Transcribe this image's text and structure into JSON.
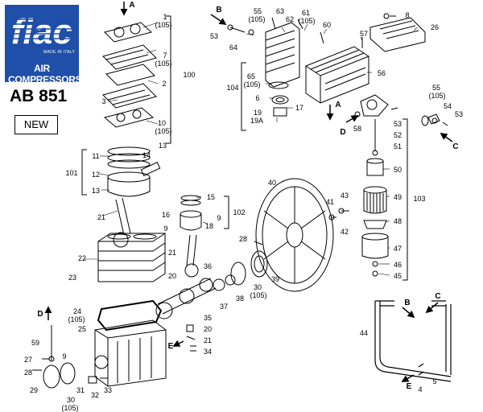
{
  "brand": {
    "logo_text": "fiac",
    "tagline": "MADE IN ITALY",
    "name": "AIR COMPRESSORS",
    "color": "#1f4fa8"
  },
  "model": "AB 851",
  "badge": "NEW",
  "labels": [
    {
      "id": "1",
      "text": "1"
    },
    {
      "id": "1b",
      "text": "(105)"
    },
    {
      "id": "7",
      "text": "7"
    },
    {
      "id": "7b",
      "text": "(105)"
    },
    {
      "id": "2",
      "text": "2"
    },
    {
      "id": "3",
      "text": "3"
    },
    {
      "id": "10",
      "text": "10"
    },
    {
      "id": "10b",
      "text": "(105)"
    },
    {
      "id": "100",
      "text": "100"
    },
    {
      "id": "11",
      "text": "11"
    },
    {
      "id": "12",
      "text": "12"
    },
    {
      "id": "13a",
      "text": "13"
    },
    {
      "id": "13b",
      "text": "13"
    },
    {
      "id": "14",
      "text": "14"
    },
    {
      "id": "101",
      "text": "101"
    },
    {
      "id": "21a",
      "text": "21"
    },
    {
      "id": "15",
      "text": "15"
    },
    {
      "id": "16",
      "text": "16"
    },
    {
      "id": "18",
      "text": "18"
    },
    {
      "id": "9a",
      "text": "9"
    },
    {
      "id": "9b",
      "text": "9"
    },
    {
      "id": "102",
      "text": "102"
    },
    {
      "id": "22",
      "text": "22"
    },
    {
      "id": "23",
      "text": "23"
    },
    {
      "id": "20a",
      "text": "20"
    },
    {
      "id": "21b",
      "text": "21"
    },
    {
      "id": "24",
      "text": "24"
    },
    {
      "id": "24b",
      "text": "(105)"
    },
    {
      "id": "25",
      "text": "25"
    },
    {
      "id": "59",
      "text": "59"
    },
    {
      "id": "27",
      "text": "27"
    },
    {
      "id": "9c",
      "text": "9"
    },
    {
      "id": "28a",
      "text": "28"
    },
    {
      "id": "29",
      "text": "29"
    },
    {
      "id": "30a",
      "text": "30"
    },
    {
      "id": "30ab",
      "text": "(105)"
    },
    {
      "id": "31",
      "text": "31"
    },
    {
      "id": "32",
      "text": "32"
    },
    {
      "id": "33",
      "text": "33"
    },
    {
      "id": "36",
      "text": "36"
    },
    {
      "id": "37",
      "text": "37"
    },
    {
      "id": "38",
      "text": "38"
    },
    {
      "id": "30b",
      "text": "30"
    },
    {
      "id": "30bb",
      "text": "(105)"
    },
    {
      "id": "39",
      "text": "39"
    },
    {
      "id": "35",
      "text": "35"
    },
    {
      "id": "20b",
      "text": "20"
    },
    {
      "id": "21c",
      "text": "21"
    },
    {
      "id": "34",
      "text": "34"
    },
    {
      "id": "28b",
      "text": "28"
    },
    {
      "id": "40",
      "text": "40"
    },
    {
      "id": "41",
      "text": "41"
    },
    {
      "id": "43",
      "text": "43"
    },
    {
      "id": "42",
      "text": "42"
    },
    {
      "id": "53a",
      "text": "53"
    },
    {
      "id": "55a",
      "text": "55"
    },
    {
      "id": "55ab",
      "text": "(105)"
    },
    {
      "id": "63",
      "text": "63"
    },
    {
      "id": "61",
      "text": "61"
    },
    {
      "id": "61b",
      "text": "(105)"
    },
    {
      "id": "62",
      "text": "62"
    },
    {
      "id": "60",
      "text": "60"
    },
    {
      "id": "64",
      "text": "64"
    },
    {
      "id": "8",
      "text": "8"
    },
    {
      "id": "26",
      "text": "26"
    },
    {
      "id": "57",
      "text": "57"
    },
    {
      "id": "56",
      "text": "56"
    },
    {
      "id": "65",
      "text": "65"
    },
    {
      "id": "65b",
      "text": "(105)"
    },
    {
      "id": "104",
      "text": "104"
    },
    {
      "id": "6",
      "text": "6"
    },
    {
      "id": "17",
      "text": "17"
    },
    {
      "id": "19",
      "text": "19"
    },
    {
      "id": "19A",
      "text": "19A"
    },
    {
      "id": "55b",
      "text": "55"
    },
    {
      "id": "55bb",
      "text": "(105)"
    },
    {
      "id": "53b",
      "text": "53"
    },
    {
      "id": "54",
      "text": "54"
    },
    {
      "id": "53c",
      "text": "53"
    },
    {
      "id": "52",
      "text": "52"
    },
    {
      "id": "51",
      "text": "51"
    },
    {
      "id": "58",
      "text": "58"
    },
    {
      "id": "50",
      "text": "50"
    },
    {
      "id": "49",
      "text": "49"
    },
    {
      "id": "48",
      "text": "48"
    },
    {
      "id": "47",
      "text": "47"
    },
    {
      "id": "46",
      "text": "46"
    },
    {
      "id": "45",
      "text": "45"
    },
    {
      "id": "103",
      "text": "103"
    },
    {
      "id": "44",
      "text": "44"
    },
    {
      "id": "4",
      "text": "4"
    },
    {
      "id": "5",
      "text": "5"
    }
  ],
  "arrows": [
    {
      "id": "A-top",
      "text": "A"
    },
    {
      "id": "B-top",
      "text": "B"
    },
    {
      "id": "A-mid",
      "text": "A"
    },
    {
      "id": "D-mid",
      "text": "D"
    },
    {
      "id": "C-mid",
      "text": "C"
    },
    {
      "id": "E-mid",
      "text": "E"
    },
    {
      "id": "D-left",
      "text": "D"
    },
    {
      "id": "B-pipe",
      "text": "B"
    },
    {
      "id": "C-pipe",
      "text": "C"
    },
    {
      "id": "E-pipe",
      "text": "E"
    }
  ]
}
